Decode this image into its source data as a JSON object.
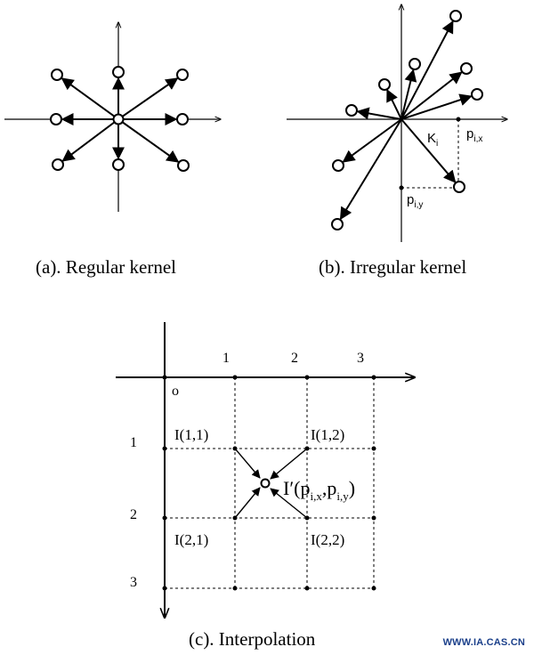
{
  "panels": {
    "regular": {
      "caption": "(a). Regular kernel"
    },
    "irregular": {
      "caption": "(b). Irregular kernel",
      "kernel_label": "K",
      "kernel_sub": "i",
      "px_label": "p",
      "px_sub": "i,x",
      "py_label": "p",
      "py_sub": "i,y"
    },
    "interpolation": {
      "caption": "(c). Interpolation",
      "origin": "o",
      "col_ticks": [
        "1",
        "2",
        "3"
      ],
      "row_ticks": [
        "1",
        "2",
        "3"
      ],
      "cells": {
        "i11": "I(1,1)",
        "i12": "I(1,2)",
        "i21": "I(2,1)",
        "i22": "I(2,2)"
      },
      "interp_main": "I′(p",
      "interp_sub1": "i,x",
      "interp_sep": ",p",
      "interp_sub2": "i,y",
      "interp_end": ")"
    }
  },
  "watermark": "WWW.IA.CAS.CN"
}
